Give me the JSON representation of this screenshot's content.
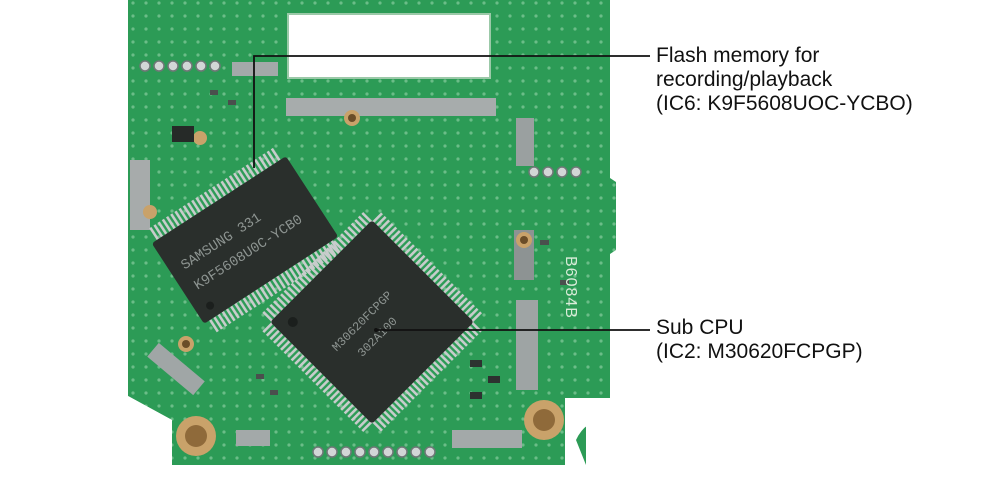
{
  "callouts": {
    "flash": {
      "line1": "Flash memory for",
      "line2": "recording/playback",
      "line3": "(IC6: K9F5608UOC-YCBO)"
    },
    "cpu": {
      "line1": "Sub CPU",
      "line2": "(IC2: M30620FCPGP)"
    }
  },
  "board": {
    "flash_chip_marking": {
      "line1": "SAMSUNG    331",
      "line2": "K9F5608U0C-YCB0"
    },
    "cpu_chip_marking": {
      "line1": "M30620FCPGP",
      "line2": "302A100"
    },
    "board_id": "B6084B"
  },
  "colors": {
    "pcb": "#2c9b56",
    "pcb_light": "#47b36c",
    "chip": "#2a2f2c",
    "solder": "#a9aeae",
    "copper": "#c9a26a",
    "leader": "#111111"
  }
}
